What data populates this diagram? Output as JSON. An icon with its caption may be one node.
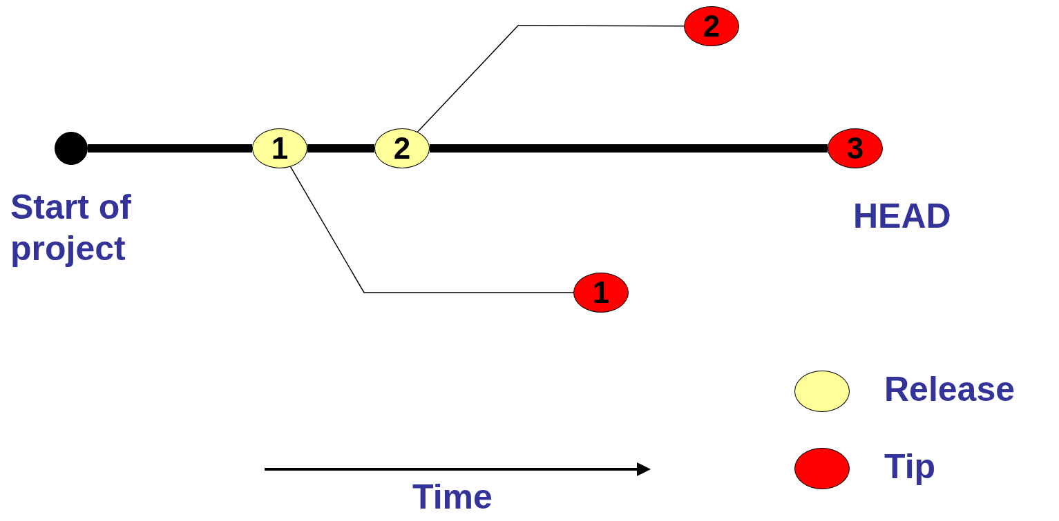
{
  "diagram": {
    "nodes": [
      {
        "text": [],
        "shape": "circle",
        "beside": [
          "Start of project"
        ]
      },
      {
        "text": [
          "1"
        ]
      },
      {
        "text": [
          "2"
        ]
      },
      {
        "text": [
          "3"
        ],
        "beside": [
          "HEAD"
        ]
      },
      {
        "text": [
          "2"
        ]
      },
      {
        "text": [
          "1"
        ]
      }
    ],
    "edges": [
      {
        "from": 0,
        "to": 1,
        "arrow": "none"
      },
      {
        "from": 1,
        "to": 2,
        "arrow": "none"
      },
      {
        "from": 2,
        "to": 3,
        "arrow": "none"
      },
      {
        "from": 2,
        "to": 4,
        "arrow": "none"
      },
      {
        "from": 1,
        "to": 5,
        "arrow": "none"
      }
    ],
    "labels": [
      "Time"
    ],
    "legend": [
      {
        "text": "Release",
        "color": "#ffff99"
      },
      {
        "text": "Tip",
        "color": "#ff0000"
      }
    ]
  }
}
